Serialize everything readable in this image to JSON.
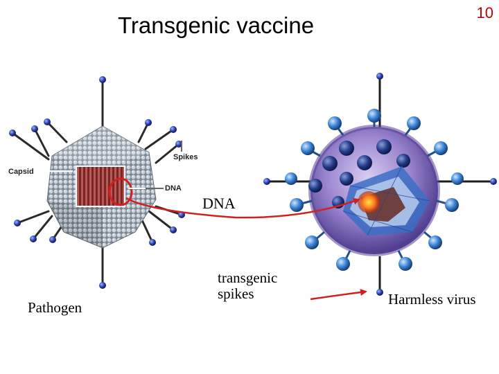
{
  "slide": {
    "title": "Transgenic vaccine",
    "number": "10"
  },
  "labels": {
    "capsid": "Capsid",
    "spikes": "Spikes",
    "dna_small": "DNA",
    "dna": "DNA",
    "transgenic_line1": "transgenic",
    "transgenic_line2": "spikes",
    "pathogen": "Pathogen",
    "harmless_virus": "Harmless virus"
  },
  "colors": {
    "accent_red": "#c00000",
    "arrow_red": "#d02020",
    "capsid_gray": "#9aa4ae",
    "dna_red": "#a03a3a",
    "virus_blue": "#3a73c8",
    "envelope_purple": "#8a6fc0"
  }
}
